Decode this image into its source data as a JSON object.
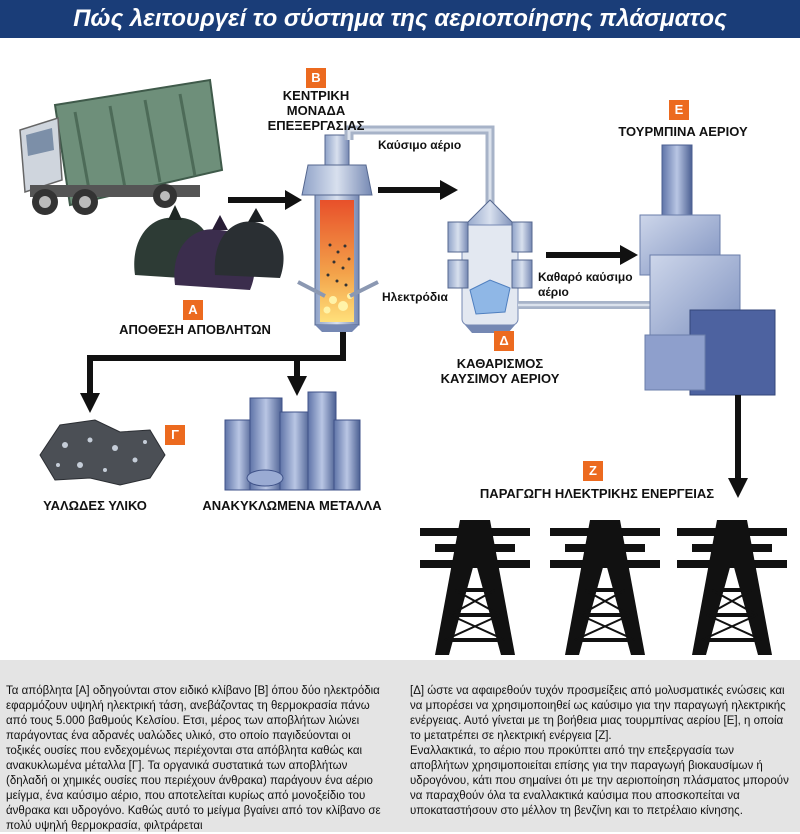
{
  "title": "Πώς λειτουργεί το σύστημα της αεριοποίησης πλάσματος",
  "badges": {
    "a": "Α",
    "b": "Β",
    "g": "Γ",
    "d": "Δ",
    "e": "Ε",
    "z": "Ζ"
  },
  "labels": {
    "waste_deposit": "ΑΠΟΘΕΣΗ ΑΠΟΒΛΗΤΩΝ",
    "central_unit_1": "ΚΕΝΤΡΙΚΗ",
    "central_unit_2": "ΜΟΝΑΔΑ",
    "central_unit_3": "ΕΠΕΞΕΡΓΑΣΙΑΣ",
    "fuel_gas": "Καύσιμο αέριο",
    "electrodes": "Ηλεκτρόδια",
    "clean_fuel_1": "Καθαρό καύσιμο",
    "clean_fuel_2": "αέριο",
    "cleaning_1": "ΚΑΘΑΡΙΣΜΟΣ",
    "cleaning_2": "ΚΑΥΣΙΜΟΥ ΑΕΡΙΟΥ",
    "turbine": "ΤΟΥΡΜΠΙΝΑ ΑΕΡΙΟΥ",
    "glassy": "ΥΑΛΩΔΕΣ ΥΛΙΚΟ",
    "metals": "ΑΝΑΚΥΚΛΩΜΕΝΑ ΜΕΤΑΛΛΑ",
    "power": "ΠΑΡΑΓΩΓΗ ΗΛΕΚΤΡΙΚΗΣ ΕΝΕΡΓΕΙΑΣ"
  },
  "caption": {
    "left": "Τα απόβλητα [Α] οδηγούνται στον ειδικό κλίβανο [Β] όπου δύο ηλεκτρόδια εφαρμόζουν υψηλή ηλεκτρική τάση, ανεβάζοντας τη θερμοκρασία πάνω από τους 5.000 βαθμούς Κελσίου. Ετσι, μέρος των αποβλήτων λιώνει παράγοντας ένα αδρανές υαλώδες υλικό, στο οποίο παγιδεύονται οι τοξικές ουσίες που ενδεχομένως περιέχονται στα απόβλητα καθώς και ανακυκλωμένα μέταλλα [Γ]. Τα οργανικά συστατικά των αποβλήτων (δηλαδή οι χημικές ουσίες που περιέχουν άνθρακα) παράγουν ένα αέριο μείγμα, ένα καύσιμο αέριο, που αποτελείται κυρίως από μονοξείδιο του άνθρακα και υδρογόνο. Καθώς αυτό το μείγμα βγαίνει από τον κλίβανο σε πολύ υψηλή θερμοκρασία, φιλτράρεται",
    "right_1": "[Δ] ώστε να αφαιρεθούν τυχόν προσμείξεις από μολυσματικές ενώσεις και να μπορέσει να χρησιμοποιηθεί ως καύσιμο για την παραγωγή ηλεκτρικής ενέργειας. Αυτό γίνεται με τη βοήθεια μιας τουρμπίνας αερίου [Ε], η οποία το μετατρέπει σε ηλεκτρική ενέργεια [Ζ].",
    "right_2": "Εναλλακτικά, το αέριο που προκύπτει από την επεξεργασία των αποβλήτων χρησιμοποιείται επίσης για την παραγωγή βιοκαυσίμων ή υδρογόνου, κάτι που σημαίνει ότι με την αεριοποίηση πλάσματος μπορούν να παραχθούν όλα τα εναλλακτικά καύσιμα που αποσκοπείται να υποκαταστήσουν στο μέλλον τη βενζίνη και το πετρέλαιο κίνησης."
  },
  "colors": {
    "title_bg": "#1a3d78",
    "badge": "#ec6a1f",
    "caption_bg": "#e4e4e4",
    "pipe": "#b9c4d6",
    "steel": "#7d93c0"
  },
  "icons": {
    "truck": "garbage-truck-icon",
    "bags": "trash-bags-icon",
    "reactor": "plasma-furnace-icon",
    "cleaner": "gas-cleaner-icon",
    "turbine": "gas-turbine-icon",
    "slag": "glassy-slag-icon",
    "metals": "metal-bars-icon",
    "tower": "power-tower-icon"
  }
}
